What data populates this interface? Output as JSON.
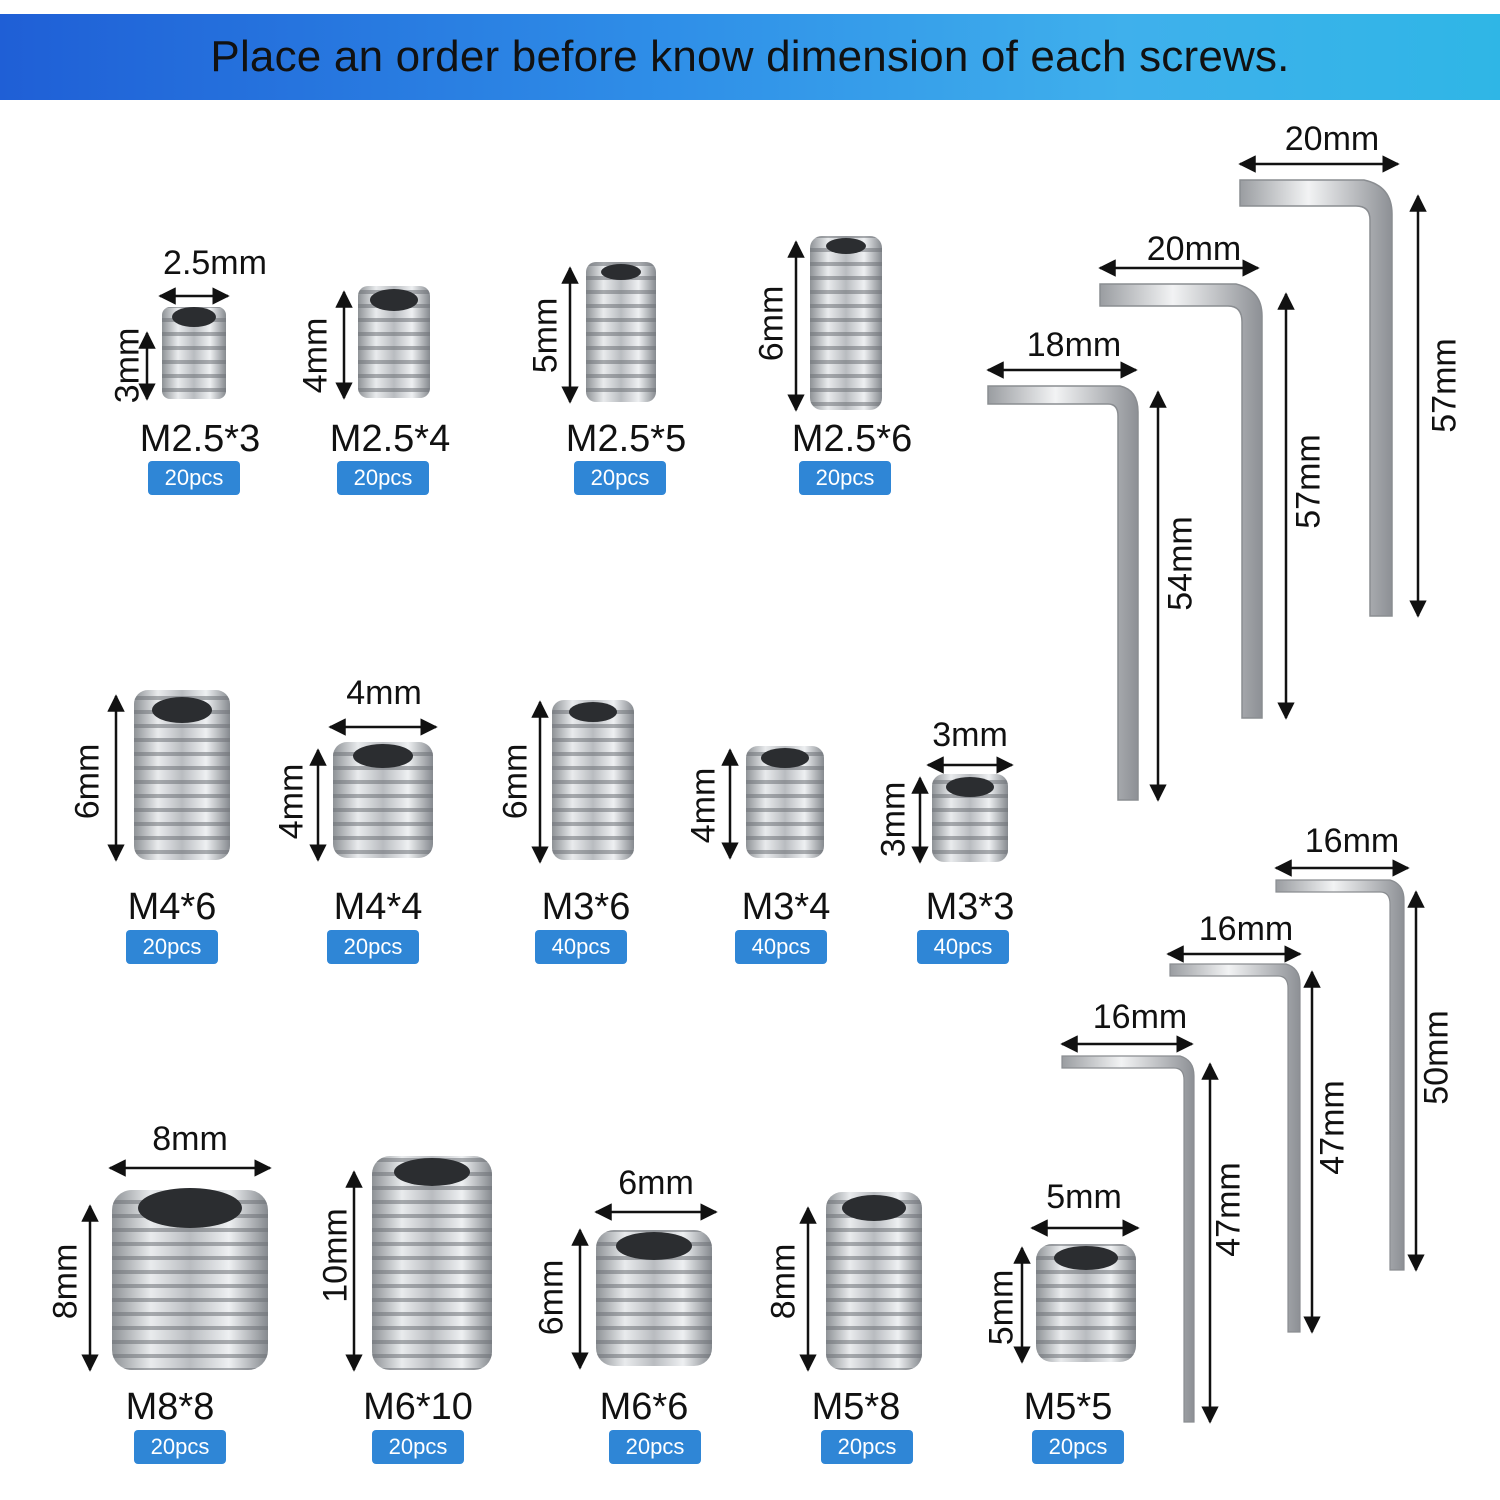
{
  "banner": {
    "text": "Place an order before know dimension of each screws."
  },
  "colors": {
    "badge": "#2f86d6",
    "banner_start": "#1f5fd6",
    "banner_end": "#2fb6e6",
    "metal": "#c9ccd0"
  },
  "screws": [
    {
      "name": "M2.5*3",
      "qty": "20pcs",
      "width_label": "2.5mm",
      "height_label": "3mm"
    },
    {
      "name": "M2.5*4",
      "qty": "20pcs",
      "height_label": "4mm"
    },
    {
      "name": "M2.5*5",
      "qty": "20pcs",
      "height_label": "5mm"
    },
    {
      "name": "M2.5*6",
      "qty": "20pcs",
      "height_label": "6mm"
    },
    {
      "name": "M4*6",
      "qty": "20pcs",
      "height_label": "6mm"
    },
    {
      "name": "M4*4",
      "qty": "20pcs",
      "width_label": "4mm",
      "height_label": "4mm"
    },
    {
      "name": "M3*6",
      "qty": "40pcs",
      "height_label": "6mm"
    },
    {
      "name": "M3*4",
      "qty": "40pcs",
      "height_label": "4mm"
    },
    {
      "name": "M3*3",
      "qty": "40pcs",
      "width_label": "3mm",
      "height_label": "3mm"
    },
    {
      "name": "M8*8",
      "qty": "20pcs",
      "width_label": "8mm",
      "height_label": "8mm"
    },
    {
      "name": "M6*10",
      "qty": "20pcs",
      "height_label": "10mm"
    },
    {
      "name": "M6*6",
      "qty": "20pcs",
      "width_label": "6mm",
      "height_label": "6mm"
    },
    {
      "name": "M5*8",
      "qty": "20pcs",
      "height_label": "8mm"
    },
    {
      "name": "M5*5",
      "qty": "20pcs",
      "width_label": "5mm",
      "height_label": "5mm"
    }
  ],
  "wrenches": [
    {
      "width_label": "18mm",
      "length_label": "54mm"
    },
    {
      "width_label": "20mm",
      "length_label": "57mm"
    },
    {
      "width_label": "20mm",
      "length_label": "57mm"
    },
    {
      "width_label": "16mm",
      "length_label": "47mm"
    },
    {
      "width_label": "16mm",
      "length_label": "47mm"
    },
    {
      "width_label": "16mm",
      "length_label": "50mm"
    }
  ]
}
